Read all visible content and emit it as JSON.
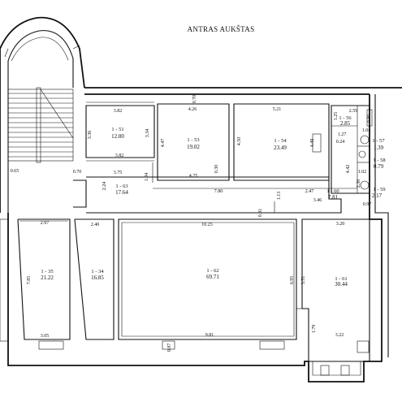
{
  "title": "ANTRAS AUKŠTAS",
  "rooms": [
    {
      "id": "1 - 51",
      "area": "12.80"
    },
    {
      "id": "1 - 53",
      "area": "19.02"
    },
    {
      "id": "1 - 54",
      "area": "23.49"
    },
    {
      "id": "1 - 56",
      "area": "2.85"
    },
    {
      "id": "1 - 57",
      "area": "1.39"
    },
    {
      "id": "1 - 58",
      "area": "0.79"
    },
    {
      "id": "1 - 59",
      "area": "2.17"
    },
    {
      "id": "1 - 63",
      "area": "17.64"
    },
    {
      "id": "1 - 60",
      "area": "7.81"
    },
    {
      "id": "1 - 35",
      "area": "21.22"
    },
    {
      "id": "1 - 34",
      "area": "16.85"
    },
    {
      "id": "1 - 62",
      "area": "69.71"
    },
    {
      "id": "1 - 61",
      "area": "30.44"
    }
  ],
  "dimensions": [
    "3.82",
    "3.36",
    "3.34",
    "3.82",
    "4.26",
    "0.70",
    "4.47",
    "0.30",
    "4.25",
    "5.21",
    "4.50",
    "4.49",
    "2.59",
    "1.25",
    "0.80",
    "1.27",
    "1.04",
    "0.24",
    "4.42",
    "1.02",
    "2.30",
    "0.97",
    "0.65",
    "0.70",
    "3.75",
    "1.04",
    "2.24",
    "7.80",
    "1.13",
    "2.47",
    "3.46",
    "2.97",
    "2.40",
    "10.25",
    "0.81",
    "3.20",
    "7.85",
    "6.95",
    "3.51",
    "1.79",
    "3.05",
    "9.81",
    "0.87",
    "3.22"
  ]
}
